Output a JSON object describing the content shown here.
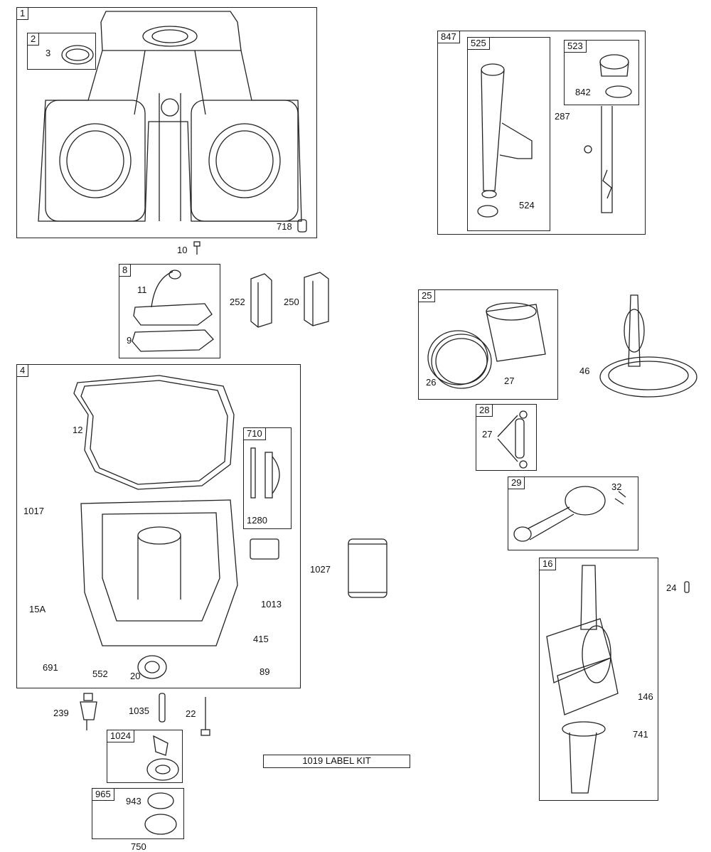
{
  "boxes": {
    "b1": "1",
    "b2": "2",
    "b8": "8",
    "b4": "4",
    "b710": "710",
    "b1024": "1024",
    "b965": "965",
    "b847": "847",
    "b525": "525",
    "b523": "523",
    "b25": "25",
    "b28": "28",
    "b29": "29",
    "b16": "16"
  },
  "labels": {
    "p3": "3",
    "p718": "718",
    "p10": "10",
    "p11": "11",
    "p9": "9",
    "p252": "252",
    "p250": "250",
    "p12": "12",
    "p1280": "1280",
    "p1017": "1017",
    "p1013": "1013",
    "p15a": "15A",
    "p415": "415",
    "p691": "691",
    "p552": "552",
    "p20": "20",
    "p89": "89",
    "p1027": "1027",
    "p239": "239",
    "p1035": "1035",
    "p22": "22",
    "p943": "943",
    "p750": "750",
    "p842": "842",
    "p287": "287",
    "p524": "524",
    "p26": "26",
    "p27a": "27",
    "p46": "46",
    "p27b": "27",
    "p32": "32",
    "p24": "24",
    "p146": "146",
    "p741": "741"
  },
  "label_kit": "1019 LABEL KIT"
}
